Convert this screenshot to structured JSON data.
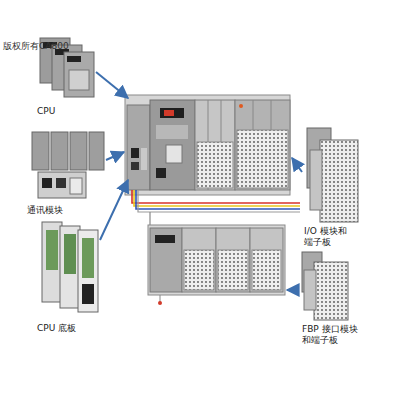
{
  "diagram": {
    "nodes": [
      {
        "text": [
          "CPU"
        ]
      },
      {
        "text": [
          "通讯模块"
        ]
      },
      {
        "text": [
          "I/O 模块和 端子板"
        ]
      },
      {
        "text": [
          "CPU 底板"
        ]
      },
      {
        "text": [
          "FBP 接口模块 和端子板"
        ]
      }
    ],
    "labels": [
      "版权所有CA800"
    ]
  }
}
